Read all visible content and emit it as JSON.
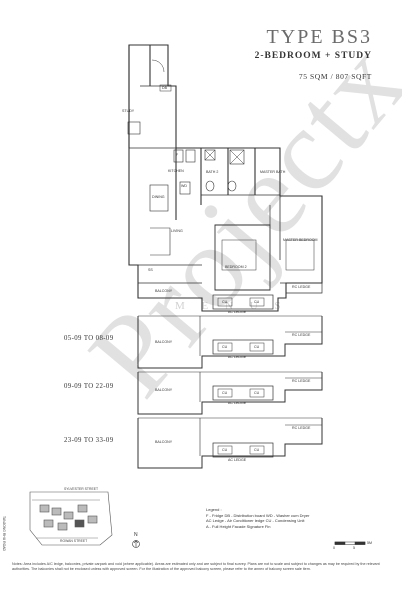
{
  "header": {
    "type": "TYPE BS3",
    "subtitle": "2-BEDROOM + STUDY",
    "area": "75 SQM / 807 SQFT"
  },
  "rooms": {
    "study": "STUDY",
    "db": "DB",
    "kitchen": "KITCHEN",
    "wd": "WD",
    "dining": "DINING",
    "living": "LIVING",
    "bath2": "BATH 2",
    "master_bath": "MASTER BATH",
    "master_bedroom": "MASTER BEDROOM",
    "bedroom2": "BEDROOM 2",
    "balcony": "BALCONY",
    "rc_ledge": "RC LEDGE",
    "ac_ledge": "AC LEDGE",
    "cu": "CU",
    "f": "F",
    "a": "A",
    "ss": "SS"
  },
  "floors": {
    "range1": "05-09 TO 08-09",
    "range2": "09-09 TO 22-09",
    "range3": "23-09 TO 33-09"
  },
  "site_plan": {
    "street_top": "SYLVESTER STREET",
    "street_bottom": "ROWAN STREET",
    "street_left": "TANJONG RHU ROAD",
    "north": "N"
  },
  "legend": {
    "title": "Legend :",
    "line1": "F - Fridge    DB - Distribution board    WD - Washer cum Dryer",
    "line2": "AC Ledge - Air Conditioner ledge    CU - Condensing Unit",
    "line3": "A - Full Height Facade Signature Fin"
  },
  "scale": {
    "zero": "0",
    "mark": "5",
    "unit": "5M"
  },
  "notes": "Notes: Area includes A/C ledge, balconies, private carpark and void (where applicable). Areas are estimated only and are subject to final survey. Plans are not to scale and subject to changes as may be required by the relevant authorities. The balconies shall not be enclosed unless with approved screen. For the illustration of the approved balcony screen, please refer to the annex of balcony screen sale item.",
  "watermark": "Projectx",
  "watermark_small": "M E N U S"
}
